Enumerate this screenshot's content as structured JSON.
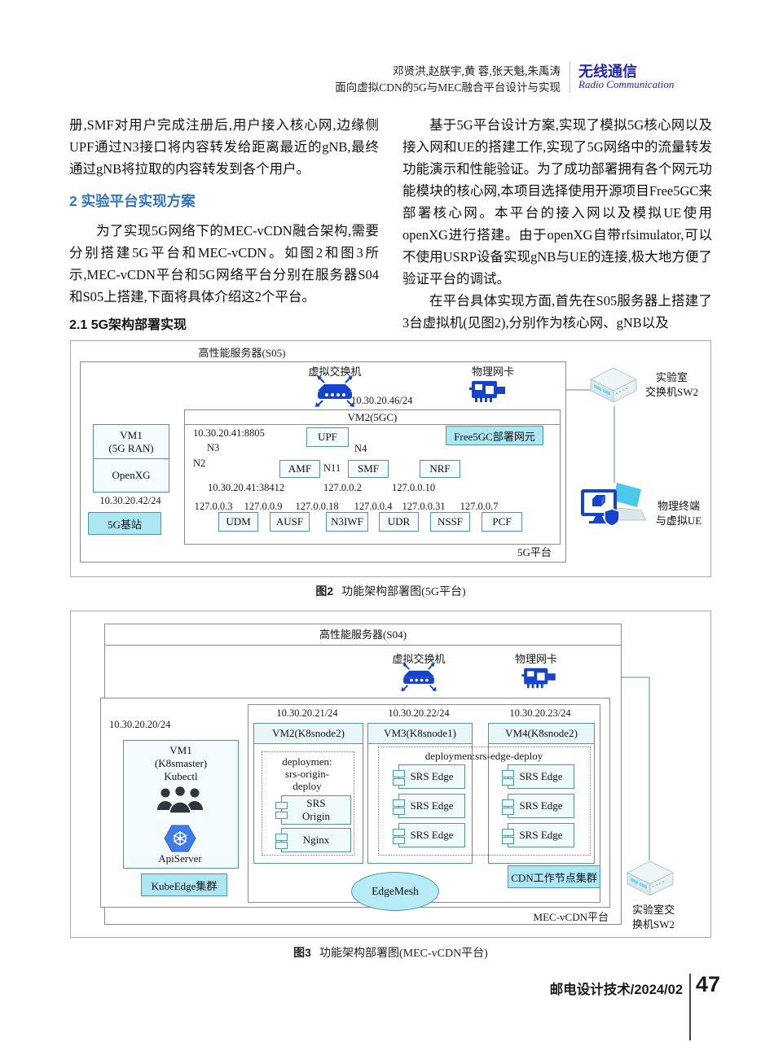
{
  "header": {
    "authors": "邓贤洪,赵朕宇,黄 蓉,张天魁,朱禹涛",
    "paper_title": "面向虚拟CDN的5G与MEC融合平台设计与实现",
    "column_cn": "无线通信",
    "column_en": "Radio Communication"
  },
  "left_col": {
    "para1": "册,SMF对用户完成注册后,用户接入核心网,边缘侧UPF通过N3接口将内容转发给距离最近的gNB,最终通过gNB将拉取的内容转发到各个用户。",
    "heading": "2 实验平台实现方案",
    "para2": "为了实现5G网络下的MEC-vCDN融合架构,需要分别搭建5G平台和MEC-vCDN。如图2和图3所示,MEC-vCDN平台和5G网络平台分别在服务器S04和S05上搭建,下面将具体介绍这2个平台。",
    "subheading": "2.1 5G架构部署实现"
  },
  "right_col": {
    "para1": "基于5G平台设计方案,实现了模拟5G核心网以及接入网和UE的搭建工作,实现了5G网络中的流量转发功能演示和性能验证。为了成功部署拥有各个网元功能模块的核心网,本项目选择使用开源项目Free5GC来部署核心网。本平台的接入网以及模拟UE使用openXG进行搭建。由于openXG自带rfsimulator,可以不使用USRP设备实现gNB与UE的连接,极大地方便了验证平台的调试。",
    "para2": "在平台具体实现方面,首先在S05服务器上搭建了3台虚拟机(见图2),分别作为核心网、gNB以及"
  },
  "fig2": {
    "server": "高性能服务器(S05)",
    "vswitch": "虚拟交换机",
    "nic": "物理网卡",
    "vswitch_ip": "10.30.20.46/24",
    "vm2_title": "VM2(5GC)",
    "vm1_l1": "VM1",
    "vm1_l2": "(5G RAN)",
    "vm1_l3": "OpenXG",
    "vm1_ip": "10.30.20.42/24",
    "bs": "5G基站",
    "upf_ip": "10.30.20.41:8805",
    "upf": "UPF",
    "free5gc": "Free5GC部署网元",
    "n2": "N2",
    "n3": "N3",
    "n4": "N4",
    "n11": "N11",
    "amf": "AMF",
    "smf": "SMF",
    "nrf": "NRF",
    "amf_ip": "10.30.20.41:38412",
    "smf_ip": "127.0.0.2",
    "nrf_ip": "127.0.0.10",
    "loopback_ips": [
      "127.0.0.3",
      "127.0.0.9",
      "127.0.0.18",
      "127.0.0.4",
      "127.0.0.31",
      "127.0.0.7"
    ],
    "nfs": [
      "UDM",
      "AUSF",
      "N3IWF",
      "UDR",
      "NSSF",
      "PCF"
    ],
    "platform": "5G平台",
    "sw2_l1": "实验室",
    "sw2_l2": "交换机SW2",
    "terminal_l1": "物理终端",
    "terminal_l2": "与虚拟UE",
    "cap_label": "图2",
    "cap_text": "功能架构部署图(5G平台)"
  },
  "fig3": {
    "server": "高性能服务器(S04)",
    "vswitch": "虚拟交换机",
    "nic": "物理网卡",
    "vm1_ip": "10.30.20.20/24",
    "vm2_ip": "10.30.20.21/24",
    "vm3_ip": "10.30.20.22/24",
    "vm4_ip": "10.30.20.23/24",
    "vm1_l1": "VM1",
    "vm1_l2": "(K8smaster)",
    "vm1_l3": "Kubectl",
    "apiserver": "ApiServer",
    "kubeedge": "KubeEdge集群",
    "vm2_title": "VM2(K8snode2)",
    "vm3_title": "VM3(K8snode1)",
    "vm4_title": "VM4(K8snode2)",
    "dep_origin_l1": "deploymen:",
    "dep_origin_l2": "srs-origin-",
    "dep_origin_l3": "deploy",
    "srs_origin_l1": "SRS",
    "srs_origin_l2": "Origin",
    "nginx": "Nginx",
    "dep_edge": "deploymen:srs-edge-deploy",
    "srs_edge": "SRS Edge",
    "edgemesh": "EdgeMesh",
    "cdn_cluster": "CDN工作节点集群",
    "platform": "MEC-vCDN平台",
    "sw2_l1": "实验室交",
    "sw2_l2": "换机SW2",
    "cap_label": "图3",
    "cap_text": "功能架构部署图(MEC-vCDN平台)"
  },
  "footer": {
    "journal": "邮电设计技术/2024/02",
    "page_no": "47"
  },
  "colors": {
    "brand_blue": "#2323b4",
    "heading_blue": "#3273c5",
    "icon_blue": "#1544cb",
    "cyan_fill": "#aee7f4",
    "teal_border": "#54949e",
    "bus_blue": "#2b7de1",
    "arrow_cyan": "#3ed2ea"
  }
}
